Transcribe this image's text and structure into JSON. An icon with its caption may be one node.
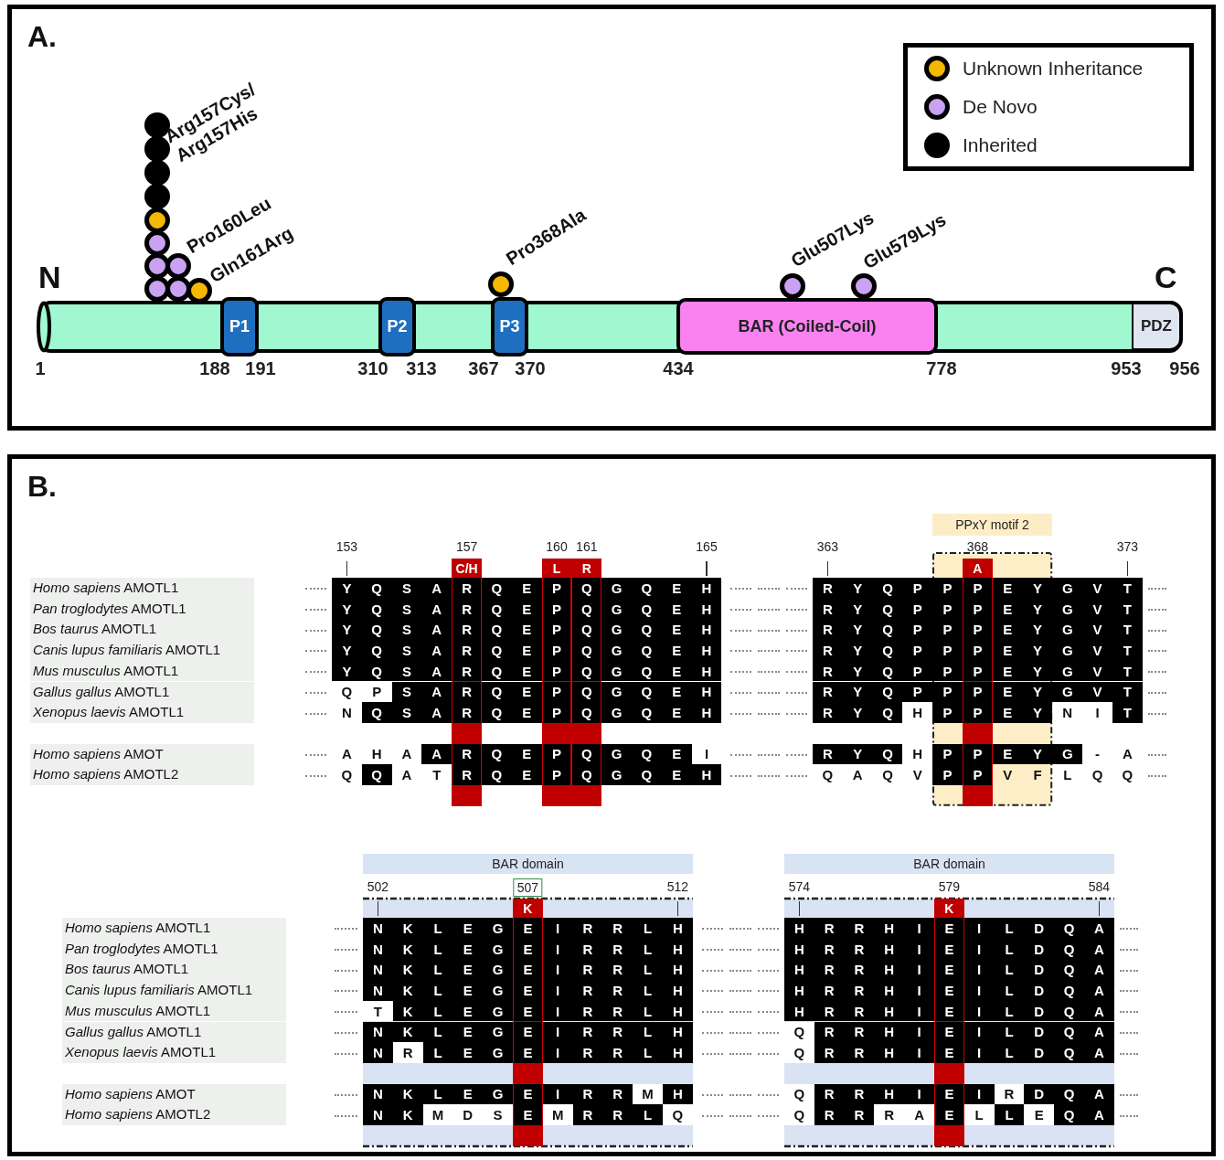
{
  "diagram": {
    "nodes": [
      {
        "text": [
          "A."
        ]
      },
      {
        "text": [
          "P1"
        ],
        "in": 0
      },
      {
        "text": [
          "P2"
        ],
        "in": 0
      },
      {
        "text": [
          "P3"
        ],
        "in": 0
      },
      {
        "text": [
          "BAR (Coiled-Coil)"
        ],
        "in": 0
      },
      {
        "text": [
          "PDZ"
        ],
        "in": 0
      },
      {
        "text": [
          "B."
        ]
      },
      {
        "text": [
          "PPxY motif 2"
        ],
        "in": 6
      },
      {
        "text": [
          "BAR domain"
        ],
        "in": 6
      },
      {
        "text": [
          "BAR domain"
        ],
        "in": 6
      }
    ],
    "labels": [
      "Arg157Cys/ Arg157His",
      "Pro160Leu",
      "Gln161Arg",
      "Pro368Ala",
      "Glu507Lys",
      "Glu579Lys",
      "N",
      "C",
      "1",
      "188",
      "191",
      "310",
      "313",
      "367",
      "370",
      "434",
      "778",
      "953",
      "956",
      "153",
      "157",
      "160",
      "161",
      "165",
      "363",
      "368",
      "373",
      "C/H",
      "L",
      "R",
      "A",
      "*Homo sapiens* AMOTL1",
      "Y Q S A R Q E P Q G Q E H",
      "R Y Q P P P E Y G V T",
      "*Pan troglodytes* AMOTL1",
      "Y Q S A R Q E P Q G Q E H",
      "R Y Q P P P E Y G V T",
      "*Bos taurus* AMOTL1",
      "Y Q S A R Q E P Q G Q E H",
      "R Y Q P P P E Y G V T",
      "*Canis lupus familiaris* AMOTL1",
      "Y Q S A R Q E P Q G Q E H",
      "R Y Q P P P E Y G V T",
      "*Mus musculus* AMOTL1",
      "Y Q S A R Q E P Q G Q E H",
      "R Y Q P P P E Y G V T",
      "*Gallus gallus* AMOTL1",
      "Q P S A R Q E P Q G Q E H",
      "R Y Q P P P E Y G V T",
      "*Xenopus laevis* AMOTL1",
      "N Q S A R Q E P Q G Q E H",
      "R Y Q H P P E Y N I T",
      "*Homo sapiens* AMOT",
      "A H A A R Q E P Q G Q E I",
      "R Y Q H P P E Y G - A",
      "*Homo sapiens* AMOTL2",
      "Q Q A T R Q E P Q G Q E H",
      "Q A Q V P P V F L Q Q",
      "502",
      "507",
      "512",
      "574",
      "579",
      "584",
      "K",
      "K",
      "*Homo sapiens* AMOTL1",
      "N K L E G E I R R L H",
      "H R R H I E I L D Q A",
      "*Pan troglodytes* AMOTL1",
      "N K L E G E I R R L H",
      "H R R H I E I L D Q A",
      "*Bos taurus* AMOTL1",
      "N K L E G E I R R L H",
      "H R R H I E I L D Q A",
      "*Canis lupus familiaris* AMOTL1",
      "N K L E G E I R R L H",
      "H R R H I E I L D Q A",
      "*Mus musculus* AMOTL1",
      "T K L E G E I R R L H",
      "H R R H I E I L D Q A",
      "*Gallus gallus* AMOTL1",
      "N K L E G E I R R L H",
      "Q R R H I E I L D Q A",
      "*Xenopus laevis* AMOTL1",
      "N R L E G E I R R L H",
      "Q R R H I E I L D Q A",
      "*Homo sapiens* AMOT",
      "N K L E G E I R R M H",
      "Q R R H I E I R D Q A",
      "*Homo sapiens* AMOTL2",
      "N K M D S E M R R L Q",
      "Q R R R A E L L E Q A"
    ],
    "legend": [
      {
        "text": "Unknown Inheritance",
        "color": "#f5b800"
      },
      {
        "text": "De Novo",
        "color": "#c9a2f2"
      },
      {
        "text": "Inherited",
        "color": "#000000"
      }
    ]
  }
}
